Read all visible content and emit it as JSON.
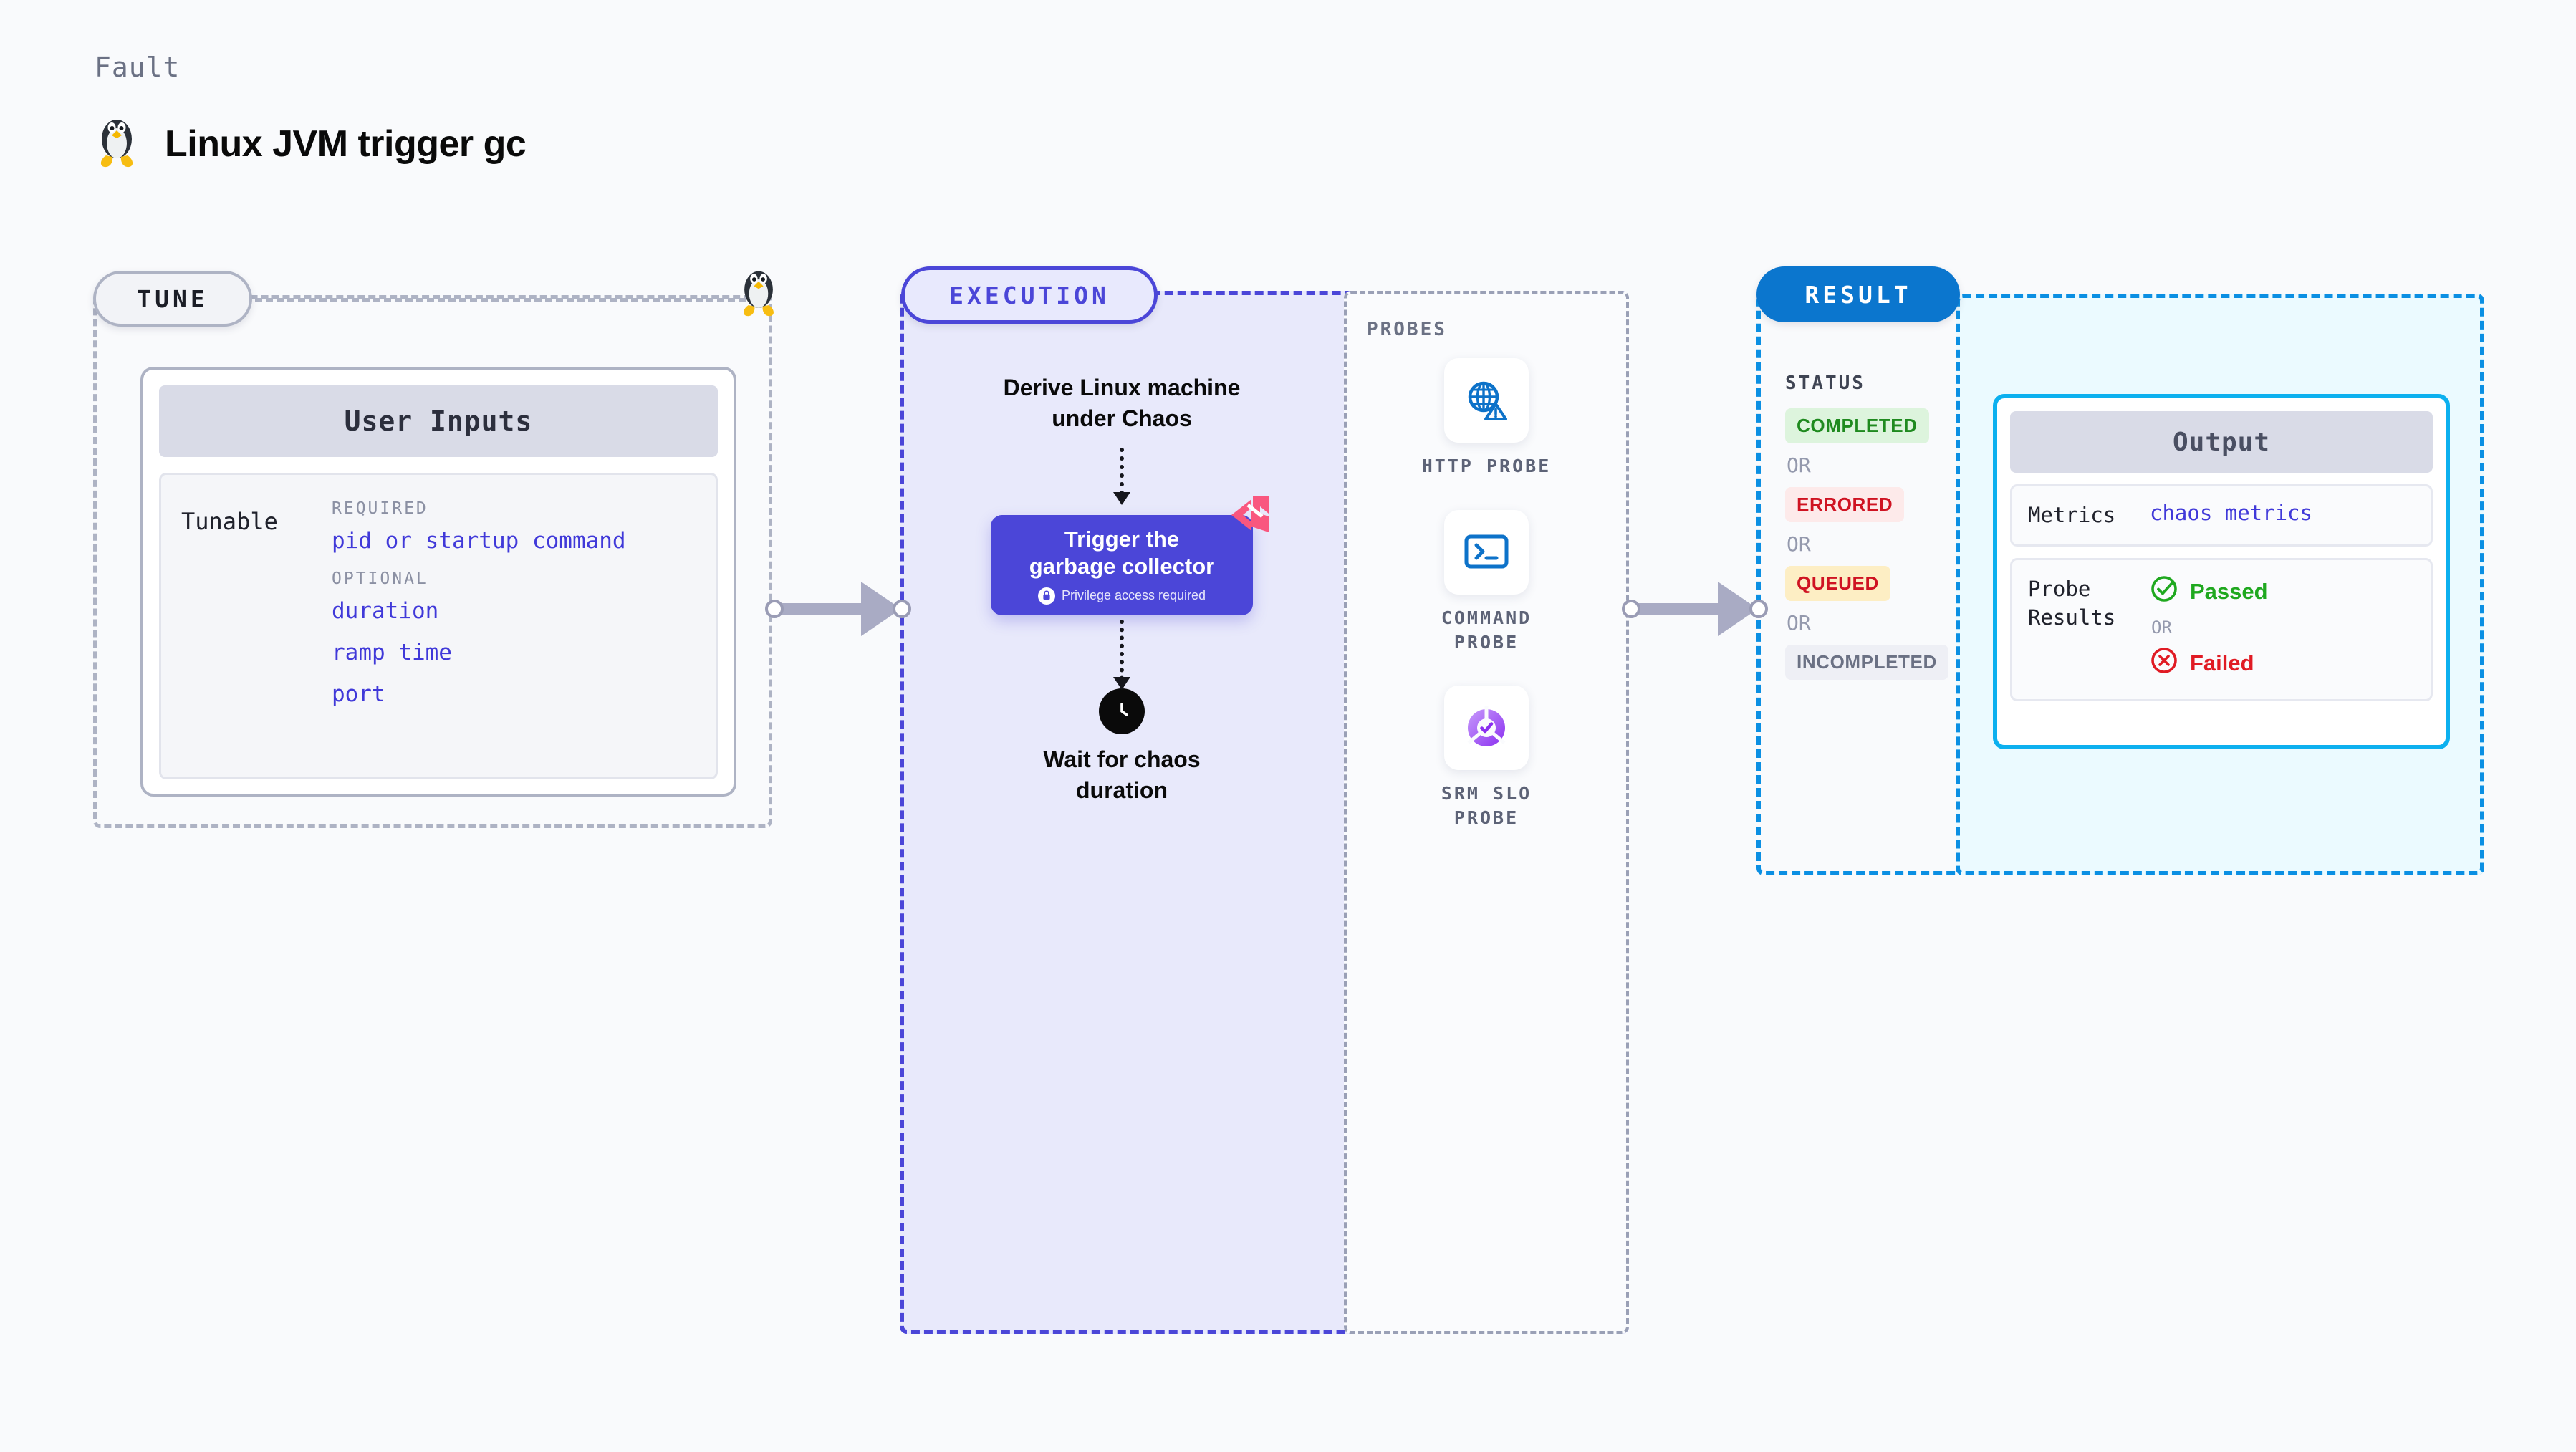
{
  "header": {
    "kicker": "Fault",
    "title": "Linux JVM trigger gc",
    "icon": "linux-penguin-icon"
  },
  "tune": {
    "label": "TUNE",
    "accent": "#aeb3c4",
    "card_title": "User Inputs",
    "key": "Tunable",
    "groups": [
      {
        "label": "REQUIRED",
        "items": [
          "pid or startup command"
        ]
      },
      {
        "label": "OPTIONAL",
        "items": [
          "duration",
          "ramp time",
          "port"
        ]
      }
    ],
    "edge_icon": "linux-penguin-icon"
  },
  "execution": {
    "label": "EXECUTION",
    "accent": "#4b46d8",
    "steps": {
      "derive": "Derive Linux machine under Chaos",
      "derive_line1": "Derive Linux machine",
      "derive_line2": "under Chaos",
      "trigger_line1": "Trigger the",
      "trigger_line2": "garbage collector",
      "trigger_note": "Privilege access required",
      "wait_line1": "Wait for chaos",
      "wait_line2": "duration"
    },
    "badge_icon": "litmus-logo-icon",
    "lock_icon": "lock-icon",
    "clock_icon": "clock-icon"
  },
  "probes": {
    "title": "PROBES",
    "items": [
      {
        "name": "HTTP PROBE",
        "line1": "HTTP  PROBE",
        "line2": "",
        "icon": "globe-alert-icon",
        "color": "#0d72c9"
      },
      {
        "name": "COMMAND PROBE",
        "line1": "COMMAND",
        "line2": "PROBE",
        "icon": "terminal-icon",
        "color": "#0d72c9"
      },
      {
        "name": "SRM SLO PROBE",
        "line1": "SRM  SLO",
        "line2": "PROBE",
        "icon": "srm-slo-icon",
        "color": "#9a4df0"
      }
    ]
  },
  "result": {
    "label": "RESULT",
    "accent": "#0b76ce",
    "status_title": "STATUS",
    "or_text": "OR",
    "statuses": [
      {
        "text": "COMPLETED",
        "bg": "#ddf4dd",
        "fg": "#1f8a1f"
      },
      {
        "text": "ERRORED",
        "bg": "#fdeaea",
        "fg": "#cf1322"
      },
      {
        "text": "QUEUED",
        "bg": "#fdeec4",
        "fg": "#cf1322"
      },
      {
        "text": "INCOMPLETED",
        "bg": "#eeeff5",
        "fg": "#6b7184"
      }
    ]
  },
  "output": {
    "card_title": "Output",
    "accent": "#0cb0ef",
    "metrics_key": "Metrics",
    "metrics_value": "chaos metrics",
    "probe_key_line1": "Probe",
    "probe_key_line2": "Results",
    "or_text": "OR",
    "passed": {
      "text": "Passed",
      "color": "#1fa81f",
      "icon": "check-circle-icon"
    },
    "failed": {
      "text": "Failed",
      "color": "#e01b24",
      "icon": "x-circle-icon"
    }
  }
}
